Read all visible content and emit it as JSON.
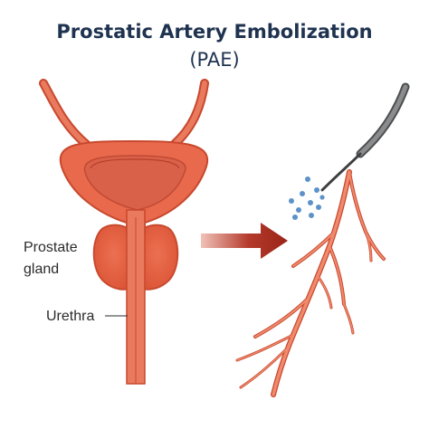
{
  "title": {
    "line1": "Prostatic Artery Embolization",
    "line2": "(PAE)"
  },
  "labels": {
    "prostate_line1": "Prostate",
    "prostate_line2": "gland",
    "urethra": "Urethra"
  },
  "icons": {
    "bladder": "bladder-illustration",
    "prostate": "prostate-gland-illustration",
    "arrow": "right-arrow-icon",
    "catheter": "catheter-illustration",
    "particles": "embolic-particles-icon",
    "artery": "artery-branches-illustration"
  },
  "colors": {
    "title": "#1f3350",
    "tissue": "#e56a4c",
    "tissue_dark": "#c8482e",
    "bladder_inner": "#d9614a",
    "prostate": "#e35e40",
    "urethra": "#ea7a5d",
    "arrow_start": "#f0c2b8",
    "arrow_end": "#9a2418",
    "catheter": "#7d7f80",
    "particles": "#5d92c8",
    "artery": "#ea7455"
  }
}
